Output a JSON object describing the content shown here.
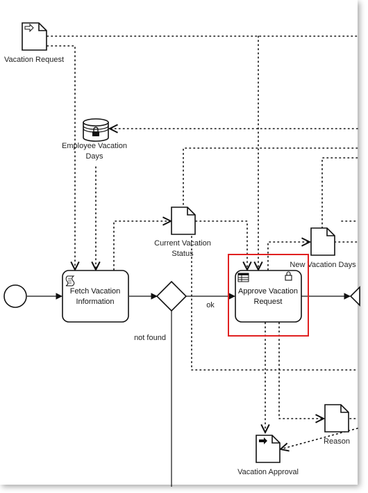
{
  "elements": {
    "vacation_request": "Vacation Request",
    "employee_vacation_days_line1": "Employee Vacation",
    "employee_vacation_days_line2": "Days",
    "current_vacation_status_line1": "Current Vacation",
    "current_vacation_status_line2": "Status",
    "new_vacation_days": "New Vacation Days",
    "fetch_task_line1": "Fetch Vacation",
    "fetch_task_line2": "Information",
    "approve_task_line1": "Approve Vacation",
    "approve_task_line2": "Request",
    "flow_ok": "ok",
    "flow_not_found": "not found",
    "reason": "Reason",
    "vacation_approval": "Vacation Approval"
  },
  "colors": {
    "selection": "#e02020",
    "stroke": "#111111"
  },
  "icons": [
    "script-icon",
    "business-rule-table-icon",
    "lock-icon",
    "input-arrow-icon",
    "output-arrow-icon"
  ]
}
